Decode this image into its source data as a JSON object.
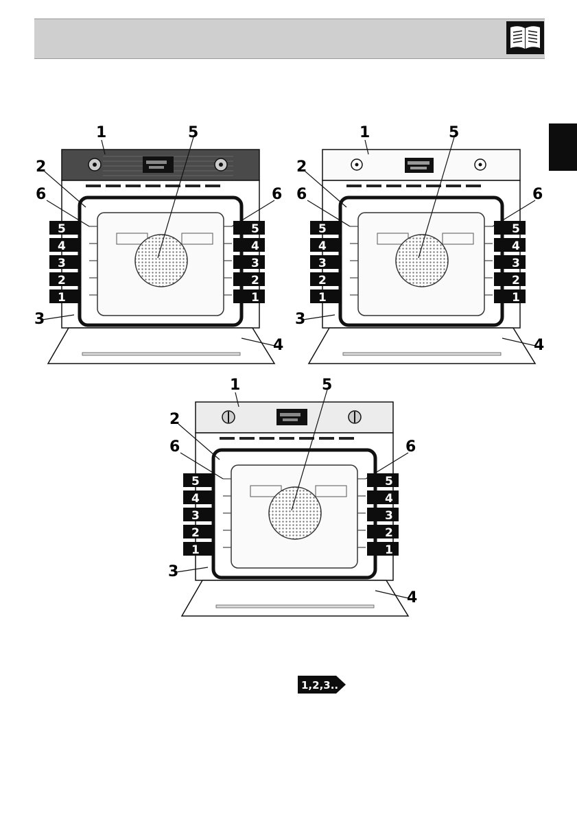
{
  "page": {
    "header": {
      "icon": "open-book-icon"
    },
    "side_tab": {
      "color": "#0d0d0d"
    },
    "pager_badge": {
      "label": "1,2,3..",
      "icon": "arrow-badge-icon"
    }
  },
  "ovens": [
    {
      "variant": "dark-panel",
      "panel_color": "#4a4a4a",
      "callouts": {
        "c1": "1",
        "c2": "2",
        "c3": "3",
        "c4": "4",
        "c5": "5",
        "c6l": "6",
        "c6r": "6"
      },
      "levels": [
        "5",
        "4",
        "3",
        "2",
        "1"
      ]
    },
    {
      "variant": "light-panel",
      "panel_color": "#fafafa",
      "callouts": {
        "c1": "1",
        "c2": "2",
        "c3": "3",
        "c4": "4",
        "c5": "5",
        "c6l": "6",
        "c6r": "6"
      },
      "levels": [
        "5",
        "4",
        "3",
        "2",
        "1"
      ]
    },
    {
      "variant": "steel-panel",
      "panel_color": "#ececec",
      "callouts": {
        "c1": "1",
        "c2": "2",
        "c3": "3",
        "c4": "4",
        "c5": "5",
        "c6l": "6",
        "c6r": "6"
      },
      "levels": [
        "5",
        "4",
        "3",
        "2",
        "1"
      ]
    }
  ]
}
